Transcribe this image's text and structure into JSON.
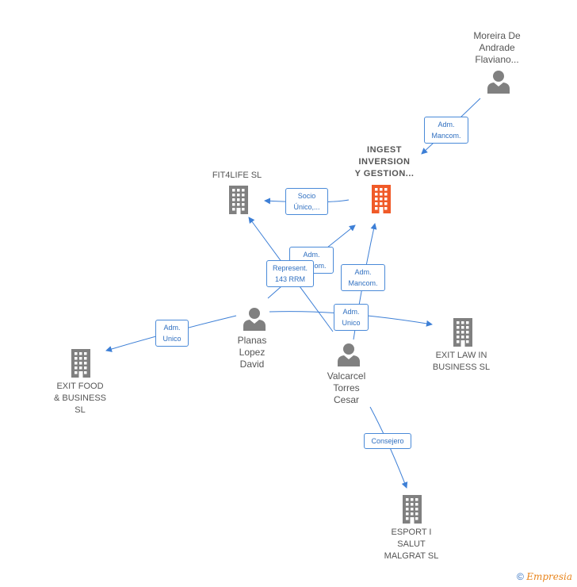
{
  "colors": {
    "edge": "#3d7fd6",
    "node": "#808080",
    "focus": "#f05a28",
    "label": "#555555"
  },
  "people": [
    {
      "key": "moreira",
      "name": "Moreira De\nAndrade\nFlaviano..."
    },
    {
      "key": "planas",
      "name": "Planas\nLopez\nDavid"
    },
    {
      "key": "valcarcel",
      "name": "Valcarcel\nTorres\nCesar"
    }
  ],
  "companies": [
    {
      "key": "ingest",
      "name": "INGEST\nINVERSION\nY GESTION..."
    },
    {
      "key": "fit4life",
      "name": "FIT4LIFE SL"
    },
    {
      "key": "exit_food",
      "name": "EXIT FOOD\n& BUSINESS\nSL"
    },
    {
      "key": "exit_law",
      "name": "EXIT LAW IN\nBUSINESS  SL"
    },
    {
      "key": "esport",
      "name": "ESPORT I\nSALUT\nMALGRAT SL"
    }
  ],
  "relations": [
    {
      "key": "moreira_ingest",
      "label": "Adm.\nMancom."
    },
    {
      "key": "ingest_fit4life",
      "label": "Socio\nÚnico,..."
    },
    {
      "key": "planas_ingest",
      "label": "Adm.\nMancom."
    },
    {
      "key": "planas_fit4life",
      "label": "Represent.\n143 RRM"
    },
    {
      "key": "valcarcel_ingest",
      "label": "Adm.\nMancom."
    },
    {
      "key": "planas_exitlaw",
      "label": "Adm.\nUnico"
    },
    {
      "key": "planas_exitfood",
      "label": "Adm.\nUnico"
    },
    {
      "key": "valcarcel_esport",
      "label": "Consejero"
    }
  ],
  "footer": {
    "copyright": "©",
    "brand": "Empresia"
  }
}
